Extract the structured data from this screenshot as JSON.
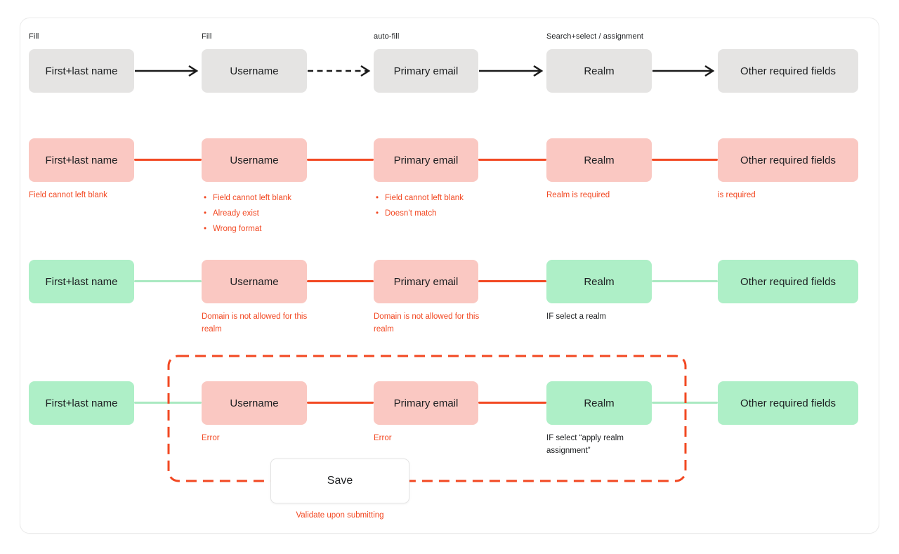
{
  "colors": {
    "box_gray": "#E5E4E3",
    "box_pink": "#FAC8C2",
    "box_green": "#AEEFC7",
    "line_red": "#F24822",
    "line_green": "#A9E9C1",
    "arrow_black": "#1B1B1B",
    "text_dark": "#1D1F21",
    "error_red": "#F24822",
    "card_border": "#EAEAEA",
    "save_border": "#E3E3E3"
  },
  "rows": [
    {
      "name": "fill-flow",
      "labels": [
        "Fill",
        "Fill",
        "auto-fill",
        "Search+select / assignment"
      ],
      "boxes": [
        "First+last name",
        "Username",
        "Primary email",
        "Realm",
        "Other required fields"
      ]
    },
    {
      "name": "blank-validation-errors",
      "boxes": [
        "First+last name",
        "Username",
        "Primary email",
        "Realm",
        "Other required fields"
      ],
      "notes": {
        "col1": "Field cannot left blank",
        "col2_bullets": [
          "Field cannot left blank",
          "Already exist",
          "Wrong format"
        ],
        "col3_bullets": [
          "Field cannot left blank",
          "Doesn’t match"
        ],
        "col4": "Realm is required",
        "col5": "is required"
      }
    },
    {
      "name": "domain-validation-errors",
      "boxes": [
        "First+last name",
        "Username",
        "Primary email",
        "Realm",
        "Other required fields"
      ],
      "notes": {
        "col2": "Domain is not allowed for this realm",
        "col3": "Domain is not allowed for this realm",
        "col4": "IF select a realm"
      }
    },
    {
      "name": "submit-validation",
      "boxes": [
        "First+last name",
        "Username",
        "Primary email",
        "Realm",
        "Other required fields"
      ],
      "notes": {
        "col2": "Error",
        "col3": "Error",
        "col4": "IF select “apply realm assignment”"
      },
      "save_button_label": "Save",
      "save_note": "Validate upon submitting"
    }
  ]
}
